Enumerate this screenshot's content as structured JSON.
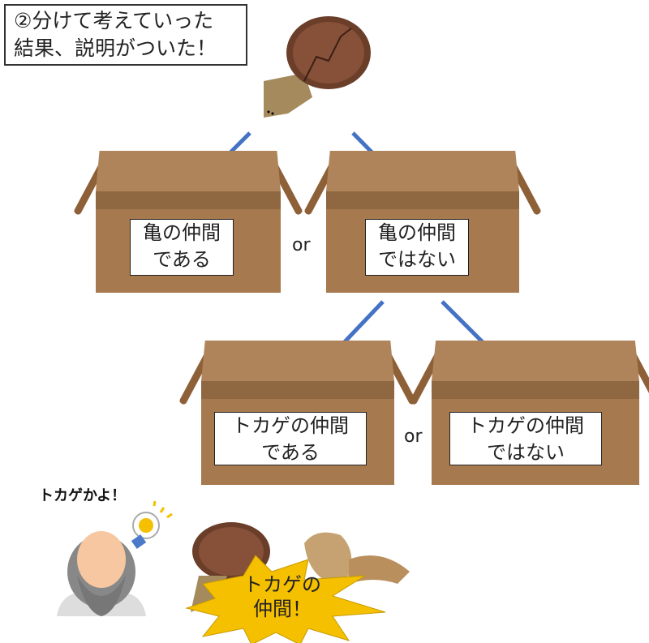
{
  "title": {
    "line1": "②分けて考えていった",
    "line2": "結果、説明がついた！"
  },
  "level1": {
    "left_box": {
      "line1": "亀の仲間",
      "line2": "である"
    },
    "right_box": {
      "line1": "亀の仲間",
      "line2": "ではない"
    },
    "separator": "or"
  },
  "level2": {
    "left_box": {
      "line1": "トカゲの仲間",
      "line2": "である"
    },
    "right_box": {
      "line1": "トカゲの仲間",
      "line2": "ではない"
    },
    "separator": "or"
  },
  "speech": "トカゲかよ！",
  "burst": {
    "line1": "トカゲの",
    "line2": "仲間！"
  },
  "colors": {
    "arrow": "#4472c4",
    "box_lid": "#b0845a",
    "box_body": "#a67a4e",
    "box_band": "#8f6841",
    "burst": "#f5c000"
  },
  "icons": [
    "turtle-icon",
    "lizard-icon",
    "philosopher-icon",
    "lightbulb-icon"
  ]
}
